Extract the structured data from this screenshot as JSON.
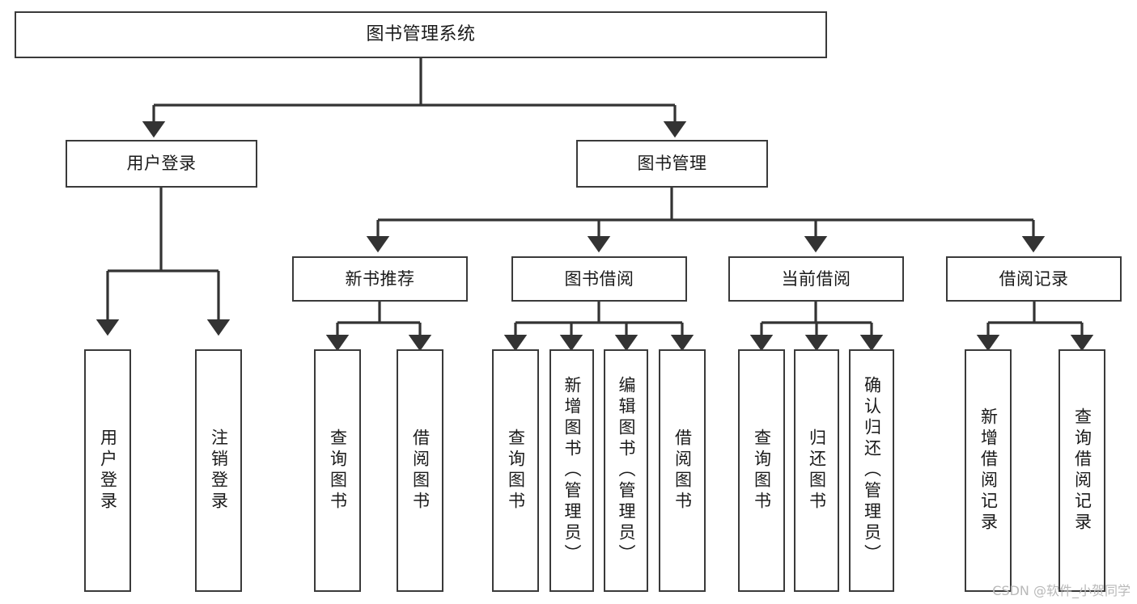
{
  "diagram": {
    "type": "tree",
    "title": "图书管理系统",
    "orientation": "top-down",
    "colors": {
      "box_border": "#3a3a3a",
      "box_fill": "#ffffff",
      "edge": "#333333",
      "text": "#1a1a1a",
      "watermark": "#b9b9b9",
      "background": "#ffffff"
    },
    "root": {
      "label": "图书管理系统"
    },
    "level1": [
      {
        "label": "用户登录"
      },
      {
        "label": "图书管理"
      }
    ],
    "level2": [
      {
        "label": "新书推荐"
      },
      {
        "label": "图书借阅"
      },
      {
        "label": "当前借阅"
      },
      {
        "label": "借阅记录"
      }
    ],
    "leaves": {
      "user_login": [
        {
          "label": "用户登录"
        },
        {
          "label": "注销登录"
        }
      ],
      "new_book_recommend": [
        {
          "label": "查询图书"
        },
        {
          "label": "借阅图书"
        }
      ],
      "book_borrow": [
        {
          "label": "查询图书"
        },
        {
          "label": "新增图书（管理员）"
        },
        {
          "label": "编辑图书（管理员）"
        },
        {
          "label": "借阅图书"
        }
      ],
      "current_borrow": [
        {
          "label": "查询图书"
        },
        {
          "label": "归还图书"
        },
        {
          "label": "确认归还（管理员）"
        }
      ],
      "borrow_record": [
        {
          "label": "新增借阅记录"
        },
        {
          "label": "查询借阅记录"
        }
      ]
    }
  },
  "watermark": {
    "text": "CSDN @软件_小贺同学"
  }
}
